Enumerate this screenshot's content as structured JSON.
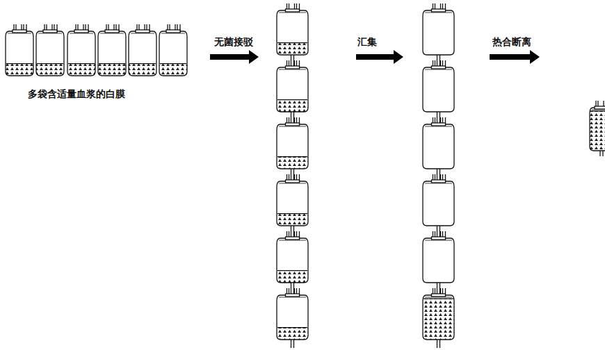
{
  "diagram": {
    "labels": [
      "多袋含适量血浆的白膜",
      "无菌接驳",
      "汇集",
      "热合断离"
    ]
  }
}
